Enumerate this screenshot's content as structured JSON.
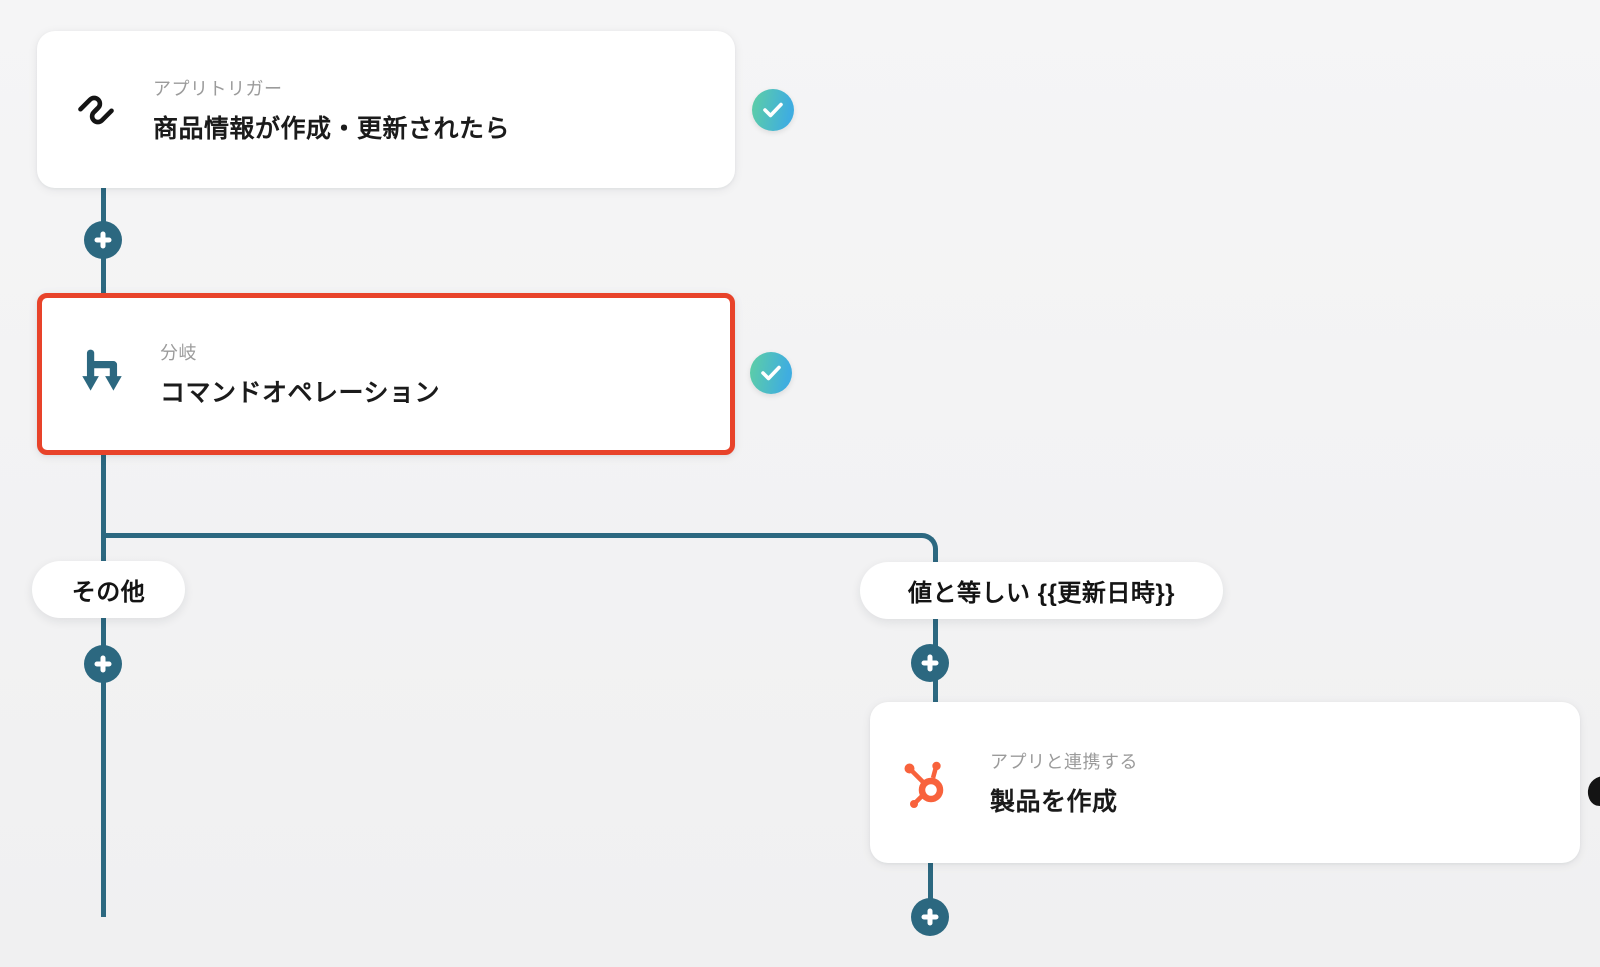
{
  "canvas": {
    "background_color": "#f4f4f5",
    "connector_color": "#2c6880",
    "selection_border_color": "#e8432a",
    "check_gradient_start": "#5ecfa4",
    "check_gradient_end": "#3fade0",
    "hubspot_orange": "#f8623c",
    "squarespace_black": "#141414"
  },
  "nodes": {
    "trigger": {
      "type_label": "アプリトリガー",
      "title": "商品情報が作成・更新されたら",
      "icon": "squarespace-logo",
      "status": "complete"
    },
    "branch": {
      "type_label": "分岐",
      "title": "コマンドオペレーション",
      "icon": "branch-arrows",
      "status": "complete",
      "selected": true
    },
    "action": {
      "type_label": "アプリと連携する",
      "title": "製品を作成",
      "icon": "hubspot-sprocket"
    }
  },
  "branches": {
    "other_label": "その他",
    "condition_label": "値と等しい {{更新日時}}"
  },
  "buttons": {
    "add_step_icon": "plus-circle"
  },
  "status": {
    "check_icon": "check-circle"
  }
}
